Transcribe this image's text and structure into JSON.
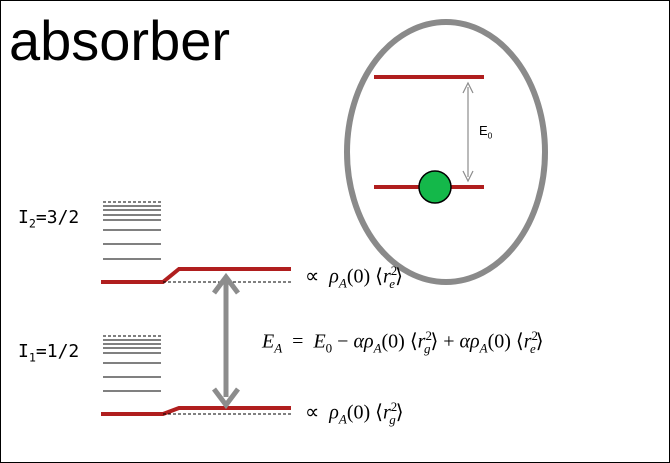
{
  "title": "absorber",
  "excited_state": {
    "label_main": "I",
    "label_sub": "2",
    "label_value": "=3/2"
  },
  "ground_state": {
    "label_main": "I",
    "label_sub": "1",
    "label_value": "=1/2"
  },
  "inset": {
    "gap_label_main": "E",
    "gap_label_sub": "0"
  },
  "formulas": {
    "upper_prop": "∝  ρ_A(0) ⟨r_e²⟩",
    "lower_prop": "∝  ρ_A(0) ⟨r_g²⟩",
    "energy": "E_A = E_0 − αρ_A(0)⟨r_g²⟩ + αρ_A(0)⟨r_e²⟩"
  },
  "colors": {
    "level_red": "#b01e1e",
    "nucleus_green": "#14b84a",
    "arrow_gray": "#8c8c8c",
    "ellipse_gray": "#8a8a8a"
  }
}
